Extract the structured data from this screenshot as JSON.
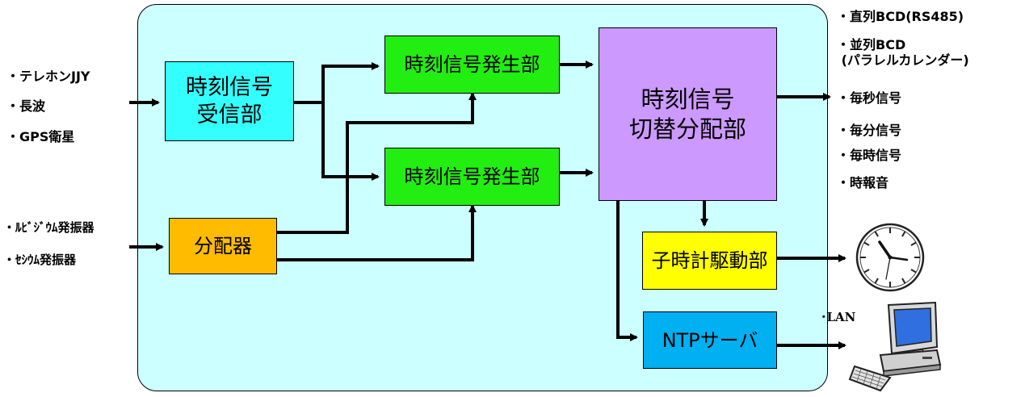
{
  "colors": {
    "panel": "#ccffff",
    "receiver": "#33ffff",
    "generator": "#22ee11",
    "switcher": "#cc99ff",
    "distributor": "#ffbb00",
    "slave_driver": "#ffff00",
    "ntp": "#00b0f0",
    "wire": "#000000"
  },
  "blocks": {
    "receiver": "時刻信号\n受信部",
    "generator_top": "時刻信号発生部",
    "generator_bottom": "時刻信号発生部",
    "switcher": "時刻信号\n切替分配部",
    "distributor": "分配器",
    "slave_driver": "子時計駆動部",
    "ntp_server": "NTPサーバ"
  },
  "inputs_time": [
    "・テレホンJJY",
    "・長波",
    "・GPS衛星"
  ],
  "inputs_osc": [
    "・ﾙﾋﾞｼﾞｳﾑ発振器",
    "・ｾｼｳﾑ発振器"
  ],
  "outputs": [
    "・直列BCD(RS485)",
    "・並列BCD\n (パラレルカレンダー)",
    "・毎秒信号",
    "・毎分信号",
    "・毎時信号",
    "・時報音"
  ],
  "lan_label": "･LAN",
  "icons": {
    "clock": "wall-clock-icon",
    "computer": "desktop-computer-icon"
  }
}
